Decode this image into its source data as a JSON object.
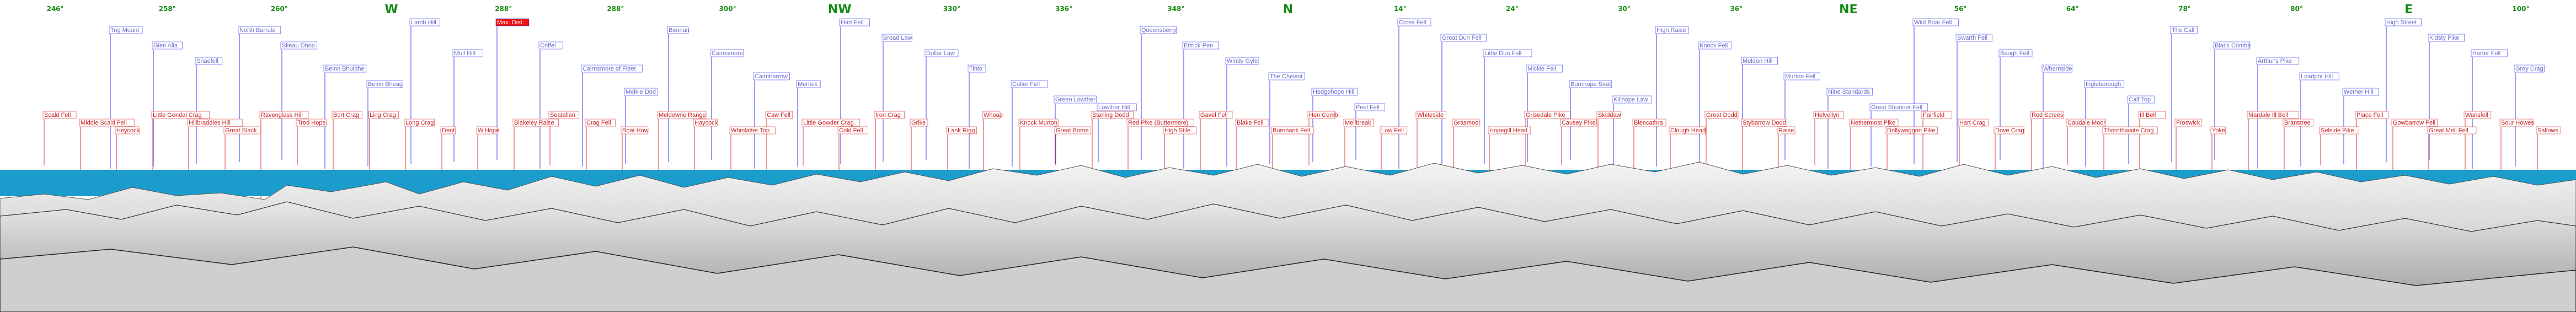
{
  "compass": [
    {
      "label": "246°",
      "major": false
    },
    {
      "label": "258°",
      "major": false
    },
    {
      "label": "260°",
      "major": false
    },
    {
      "label": "W",
      "major": true
    },
    {
      "label": "288°",
      "major": false
    },
    {
      "label": "288°",
      "major": false
    },
    {
      "label": "300°",
      "major": false
    },
    {
      "label": "NW",
      "major": true
    },
    {
      "label": "330°",
      "major": false
    },
    {
      "label": "336°",
      "major": false
    },
    {
      "label": "348°",
      "major": false
    },
    {
      "label": "N",
      "major": true
    },
    {
      "label": "14°",
      "major": false
    },
    {
      "label": "24°",
      "major": false
    },
    {
      "label": "30°",
      "major": false
    },
    {
      "label": "36°",
      "major": false
    },
    {
      "label": "NE",
      "major": true
    },
    {
      "label": "56°",
      "major": false
    },
    {
      "label": "64°",
      "major": false
    },
    {
      "label": "78°",
      "major": false
    },
    {
      "label": "80°",
      "major": false
    },
    {
      "label": "E",
      "major": true
    },
    {
      "label": "100°",
      "major": false
    }
  ],
  "colors": {
    "sea": "#1a9ccc",
    "sky": "#ffffff",
    "compass": "#138a13",
    "far_label": "#6b6bcf",
    "near_label": "#cc2222",
    "line_blue": "#3a3aff",
    "line_red": "#dd3333",
    "highlight": "#ee1111"
  },
  "peaks": [
    {
      "name": "Trig Mount",
      "row": 2,
      "tier": "far"
    },
    {
      "name": "Glen Alla",
      "row": 4,
      "tier": "far"
    },
    {
      "name": "Snaefell",
      "row": 6,
      "tier": "far"
    },
    {
      "name": "North Barrule",
      "row": 2,
      "tier": "far"
    },
    {
      "name": "Slieau Dhoo",
      "row": 4,
      "tier": "far"
    },
    {
      "name": "Beinn Bhuidhe",
      "row": 7,
      "tier": "far"
    },
    {
      "name": "Beinn Bheag",
      "row": 9,
      "tier": "far"
    },
    {
      "name": "Lamb Hill",
      "row": 1,
      "tier": "far"
    },
    {
      "name": "Mull Hill",
      "row": 5,
      "tier": "far"
    },
    {
      "name": "Max. Dist.",
      "row": 1,
      "tier": "highlight"
    },
    {
      "name": "Criffel",
      "row": 4,
      "tier": "far"
    },
    {
      "name": "Cairnsmore of Fleet",
      "row": 7,
      "tier": "far"
    },
    {
      "name": "Meikle Dod",
      "row": 10,
      "tier": "far"
    },
    {
      "name": "Bennan",
      "row": 2,
      "tier": "far"
    },
    {
      "name": "Cairnsmore",
      "row": 5,
      "tier": "far"
    },
    {
      "name": "Cairnharrow",
      "row": 8,
      "tier": "far"
    },
    {
      "name": "Merrick",
      "row": 9,
      "tier": "far"
    },
    {
      "name": "Hart Fell",
      "row": 1,
      "tier": "far"
    },
    {
      "name": "Broad Law",
      "row": 3,
      "tier": "far"
    },
    {
      "name": "Dollar Law",
      "row": 5,
      "tier": "far"
    },
    {
      "name": "Tinto",
      "row": 7,
      "tier": "far"
    },
    {
      "name": "Culter Fell",
      "row": 9,
      "tier": "far"
    },
    {
      "name": "Green Lowther",
      "row": 11,
      "tier": "far"
    },
    {
      "name": "Lowther Hill",
      "row": 12,
      "tier": "far"
    },
    {
      "name": "Queensberry",
      "row": 2,
      "tier": "far"
    },
    {
      "name": "Ettrick Pen",
      "row": 4,
      "tier": "far"
    },
    {
      "name": "Windy Gyle",
      "row": 6,
      "tier": "far"
    },
    {
      "name": "The Cheviot",
      "row": 8,
      "tier": "far"
    },
    {
      "name": "Hedgehope Hill",
      "row": 10,
      "tier": "far"
    },
    {
      "name": "Peel Fell",
      "row": 12,
      "tier": "far"
    },
    {
      "name": "Cross Fell",
      "row": 1,
      "tier": "far"
    },
    {
      "name": "Great Dun Fell",
      "row": 3,
      "tier": "far"
    },
    {
      "name": "Little Dun Fell",
      "row": 5,
      "tier": "far"
    },
    {
      "name": "Mickle Fell",
      "row": 7,
      "tier": "far"
    },
    {
      "name": "Burnhope Seat",
      "row": 9,
      "tier": "far"
    },
    {
      "name": "Killhope Law",
      "row": 11,
      "tier": "far"
    },
    {
      "name": "High Raise",
      "row": 2,
      "tier": "far"
    },
    {
      "name": "Knock Fell",
      "row": 4,
      "tier": "far"
    },
    {
      "name": "Meldon Hill",
      "row": 6,
      "tier": "far"
    },
    {
      "name": "Murton Fell",
      "row": 8,
      "tier": "far"
    },
    {
      "name": "Nine Standards",
      "row": 10,
      "tier": "far"
    },
    {
      "name": "Great Shunner Fell",
      "row": 12,
      "tier": "far"
    },
    {
      "name": "Wild Boar Fell",
      "row": 1,
      "tier": "far"
    },
    {
      "name": "Swarth Fell",
      "row": 3,
      "tier": "far"
    },
    {
      "name": "Baugh Fell",
      "row": 5,
      "tier": "far"
    },
    {
      "name": "Whernside",
      "row": 7,
      "tier": "far"
    },
    {
      "name": "Ingleborough",
      "row": 9,
      "tier": "far"
    },
    {
      "name": "Calf Top",
      "row": 11,
      "tier": "far"
    },
    {
      "name": "The Calf",
      "row": 2,
      "tier": "far"
    },
    {
      "name": "Black Combe",
      "row": 4,
      "tier": "far"
    },
    {
      "name": "Arthur's Pike",
      "row": 6,
      "tier": "far"
    },
    {
      "name": "Loadpot Hill",
      "row": 8,
      "tier": "far"
    },
    {
      "name": "Wether Hill",
      "row": 10,
      "tier": "far"
    },
    {
      "name": "High Street",
      "row": 1,
      "tier": "far"
    },
    {
      "name": "Kidsty Pike",
      "row": 3,
      "tier": "far"
    },
    {
      "name": "Harter Fell",
      "row": 5,
      "tier": "far"
    },
    {
      "name": "Grey Crag",
      "row": 7,
      "tier": "far"
    },
    {
      "name": "Scald Fell",
      "row": 13,
      "tier": "near"
    },
    {
      "name": "Middle Scald Fell",
      "row": 14,
      "tier": "near"
    },
    {
      "name": "Heycock",
      "row": 15,
      "tier": "near"
    },
    {
      "name": "Little Gondal Crag",
      "row": 13,
      "tier": "near"
    },
    {
      "name": "Hillbraddles Hill",
      "row": 14,
      "tier": "near"
    },
    {
      "name": "Great Slack",
      "row": 15,
      "tier": "near"
    },
    {
      "name": "Ravenglass Hill",
      "row": 13,
      "tier": "near"
    },
    {
      "name": "Trod Hope",
      "row": 14,
      "tier": "near"
    },
    {
      "name": "Bort Crag",
      "row": 13,
      "tier": "near"
    },
    {
      "name": "Ling Crag",
      "row": 13,
      "tier": "near"
    },
    {
      "name": "Long Crag",
      "row": 14,
      "tier": "near"
    },
    {
      "name": "Dent",
      "row": 15,
      "tier": "near"
    },
    {
      "name": "W.Hope",
      "row": 15,
      "tier": "near"
    },
    {
      "name": "Blakeley Raise",
      "row": 14,
      "tier": "near"
    },
    {
      "name": "Seatallan",
      "row": 13,
      "tier": "near"
    },
    {
      "name": "Crag Fell",
      "row": 14,
      "tier": "near"
    },
    {
      "name": "Boat How",
      "row": 15,
      "tier": "near"
    },
    {
      "name": "Meldowrie Range",
      "row": 13,
      "tier": "near"
    },
    {
      "name": "Haycock",
      "row": 14,
      "tier": "near"
    },
    {
      "name": "Whinlatter Top",
      "row": 15,
      "tier": "near"
    },
    {
      "name": "Caw Fell",
      "row": 13,
      "tier": "near"
    },
    {
      "name": "Little Gowder Crag",
      "row": 14,
      "tier": "near"
    },
    {
      "name": "Cold Fell",
      "row": 15,
      "tier": "near"
    },
    {
      "name": "Iron Crag",
      "row": 13,
      "tier": "near"
    },
    {
      "name": "Grike",
      "row": 14,
      "tier": "near"
    },
    {
      "name": "Lank Rigg",
      "row": 15,
      "tier": "near"
    },
    {
      "name": "Whoap",
      "row": 13,
      "tier": "near"
    },
    {
      "name": "Knock Murton",
      "row": 14,
      "tier": "near"
    },
    {
      "name": "Great Borne",
      "row": 15,
      "tier": "near"
    },
    {
      "name": "Starling Dodd",
      "row": 13,
      "tier": "near"
    },
    {
      "name": "Red Pike (Buttermere)",
      "row": 14,
      "tier": "near"
    },
    {
      "name": "High Stile",
      "row": 15,
      "tier": "near"
    },
    {
      "name": "Gavel Fell",
      "row": 13,
      "tier": "near"
    },
    {
      "name": "Blake Fell",
      "row": 14,
      "tier": "near"
    },
    {
      "name": "Burnbank Fell",
      "row": 15,
      "tier": "near"
    },
    {
      "name": "Hen Comb",
      "row": 13,
      "tier": "near"
    },
    {
      "name": "Mellbreak",
      "row": 14,
      "tier": "near"
    },
    {
      "name": "Low Fell",
      "row": 15,
      "tier": "near"
    },
    {
      "name": "Whiteside",
      "row": 13,
      "tier": "near"
    },
    {
      "name": "Grasmoor",
      "row": 14,
      "tier": "near"
    },
    {
      "name": "Hopegill Head",
      "row": 15,
      "tier": "near"
    },
    {
      "name": "Grisedale Pike",
      "row": 13,
      "tier": "near"
    },
    {
      "name": "Causey Pike",
      "row": 14,
      "tier": "near"
    },
    {
      "name": "Skiddaw",
      "row": 13,
      "tier": "near"
    },
    {
      "name": "Blencathra",
      "row": 14,
      "tier": "near"
    },
    {
      "name": "Clough Head",
      "row": 15,
      "tier": "near"
    },
    {
      "name": "Great Dodd",
      "row": 13,
      "tier": "near"
    },
    {
      "name": "Stybarrow Dodd",
      "row": 14,
      "tier": "near"
    },
    {
      "name": "Raise",
      "row": 15,
      "tier": "near"
    },
    {
      "name": "Helvellyn",
      "row": 13,
      "tier": "near"
    },
    {
      "name": "Nethermost Pike",
      "row": 14,
      "tier": "near"
    },
    {
      "name": "Dollywaggon Pike",
      "row": 15,
      "tier": "near"
    },
    {
      "name": "Fairfield",
      "row": 13,
      "tier": "near"
    },
    {
      "name": "Hart Crag",
      "row": 14,
      "tier": "near"
    },
    {
      "name": "Dove Crag",
      "row": 15,
      "tier": "near"
    },
    {
      "name": "Red Screes",
      "row": 13,
      "tier": "near"
    },
    {
      "name": "Caudale Moor",
      "row": 14,
      "tier": "near"
    },
    {
      "name": "Thornthwaite Crag",
      "row": 15,
      "tier": "near"
    },
    {
      "name": "Ill Bell",
      "row": 13,
      "tier": "near"
    },
    {
      "name": "Froswick",
      "row": 14,
      "tier": "near"
    },
    {
      "name": "Yoke",
      "row": 15,
      "tier": "near"
    },
    {
      "name": "Mardale Ill Bell",
      "row": 13,
      "tier": "near"
    },
    {
      "name": "Branstree",
      "row": 14,
      "tier": "near"
    },
    {
      "name": "Selside Pike",
      "row": 15,
      "tier": "near"
    },
    {
      "name": "Place Fell",
      "row": 13,
      "tier": "near"
    },
    {
      "name": "Gowbarrow Fell",
      "row": 14,
      "tier": "near"
    },
    {
      "name": "Great Mell Fell",
      "row": 15,
      "tier": "near"
    },
    {
      "name": "Wansfell",
      "row": 13,
      "tier": "near"
    },
    {
      "name": "Sour Howes",
      "row": 14,
      "tier": "near"
    },
    {
      "name": "Sallows",
      "row": 15,
      "tier": "near"
    }
  ]
}
